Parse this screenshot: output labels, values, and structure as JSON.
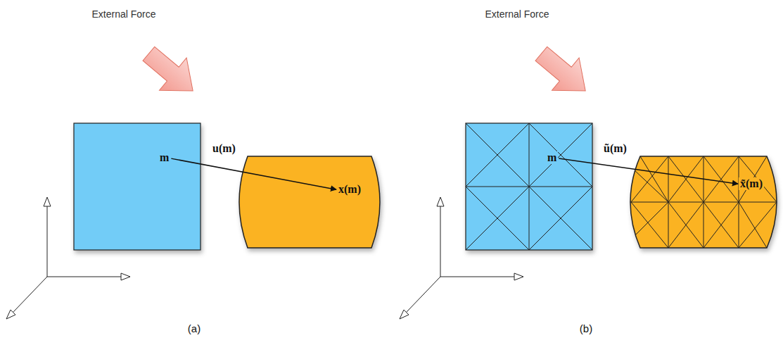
{
  "diagram": {
    "nodes": [
      {
        "text": [
          "m"
        ]
      },
      {
        "text": [
          "x(m)"
        ]
      },
      {
        "text": [
          "m"
        ]
      },
      {
        "text": [
          "x̃(m)"
        ]
      }
    ],
    "edges": [
      {
        "from": 0,
        "to": 1,
        "label": "u(m)",
        "arrow": "to"
      },
      {
        "from": 2,
        "to": 3,
        "label": "ũ(m)",
        "arrow": "to"
      }
    ],
    "labels": [
      "External Force",
      "External Force",
      "(a)",
      "(b)"
    ]
  }
}
